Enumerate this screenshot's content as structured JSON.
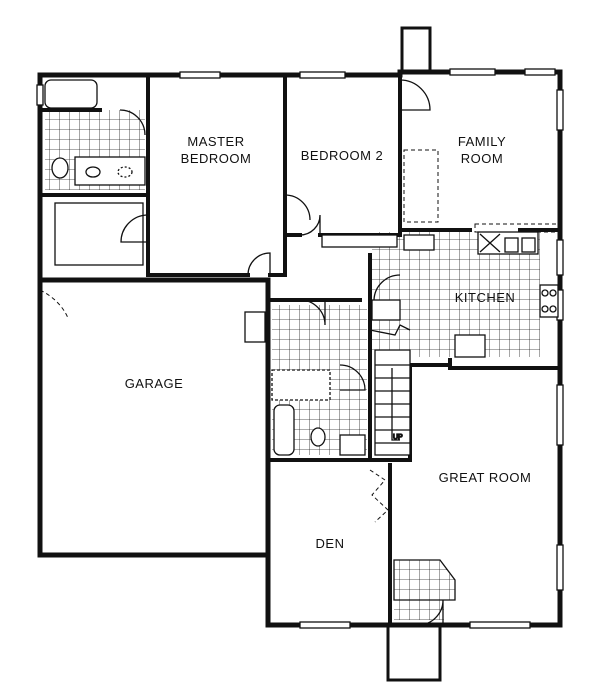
{
  "rooms": {
    "master_bedroom": [
      "MASTER",
      "BEDROOM"
    ],
    "bedroom2": "BEDROOM 2",
    "family_room": [
      "FAMILY",
      "ROOM"
    ],
    "kitchen": "KITCHEN",
    "garage": "GARAGE",
    "great_room": "GREAT ROOM",
    "den": "DEN"
  },
  "stairs_label": "UP"
}
